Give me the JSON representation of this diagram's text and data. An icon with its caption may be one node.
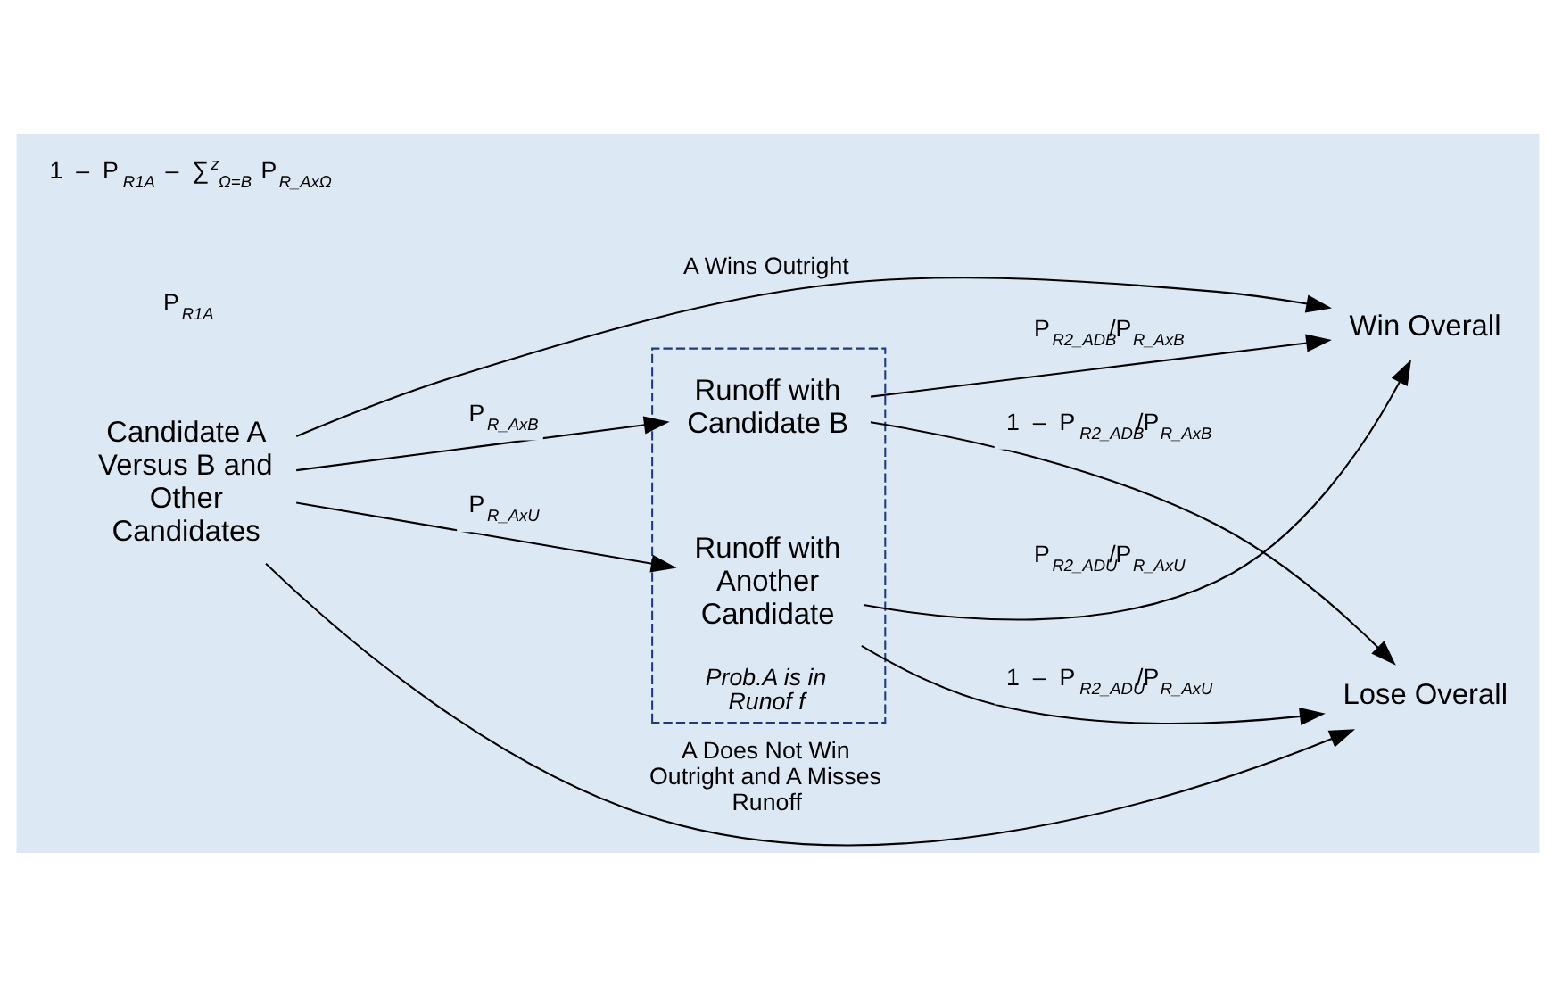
{
  "diagram": {
    "nodes": [
      {
        "text": [
          "Candidate A Versus B and Other Candidates"
        ]
      },
      {
        "text": [
          "Prob.A is in Runof f"
        ]
      },
      {
        "text": [
          "Runoff with Candidate B"
        ],
        "in": 1
      },
      {
        "text": [
          "Runoff with Another Candidate"
        ],
        "in": 1
      },
      {
        "text": [
          "Win Overall"
        ]
      },
      {
        "text": [
          "Lose Overall"
        ]
      }
    ],
    "edges": [
      {
        "from": 0,
        "to": 4,
        "arrow": "to",
        "label": "A Wins Outright"
      },
      {
        "from": 0,
        "to": 2,
        "arrow": "to",
        "label": "P$_{R_AxB}$"
      },
      {
        "from": 0,
        "to": 3,
        "arrow": "to",
        "label": "P$_{R_AxU}$"
      },
      {
        "from": 0,
        "to": 5,
        "arrow": "to",
        "label": "A Does Not Win Outright and A Misses Runoff"
      },
      {
        "from": 2,
        "to": 4,
        "arrow": "to",
        "label": "P$_{R2_ADB}$/P$_{R_AxB}$"
      },
      {
        "from": 3,
        "to": 4,
        "arrow": "to",
        "label": "P$_{R2_ADU}$/P$_{R_AxU}$"
      },
      {
        "from": 2,
        "to": 5,
        "arrow": "to",
        "label": "1 – P$_{R2_ADB}$/P$_{R_AxB}$"
      },
      {
        "from": 3,
        "to": 5,
        "arrow": "to",
        "label": "1 – P$_{R2_ADU}$/P$_{R_AxU}$"
      }
    ],
    "labels": [
      "P$_{R1A}$",
      "1 – P$_{R1A}$ – ∑$^{z}$$_{Ω=B}$ P$_{R_AxΩ}$"
    ]
  }
}
